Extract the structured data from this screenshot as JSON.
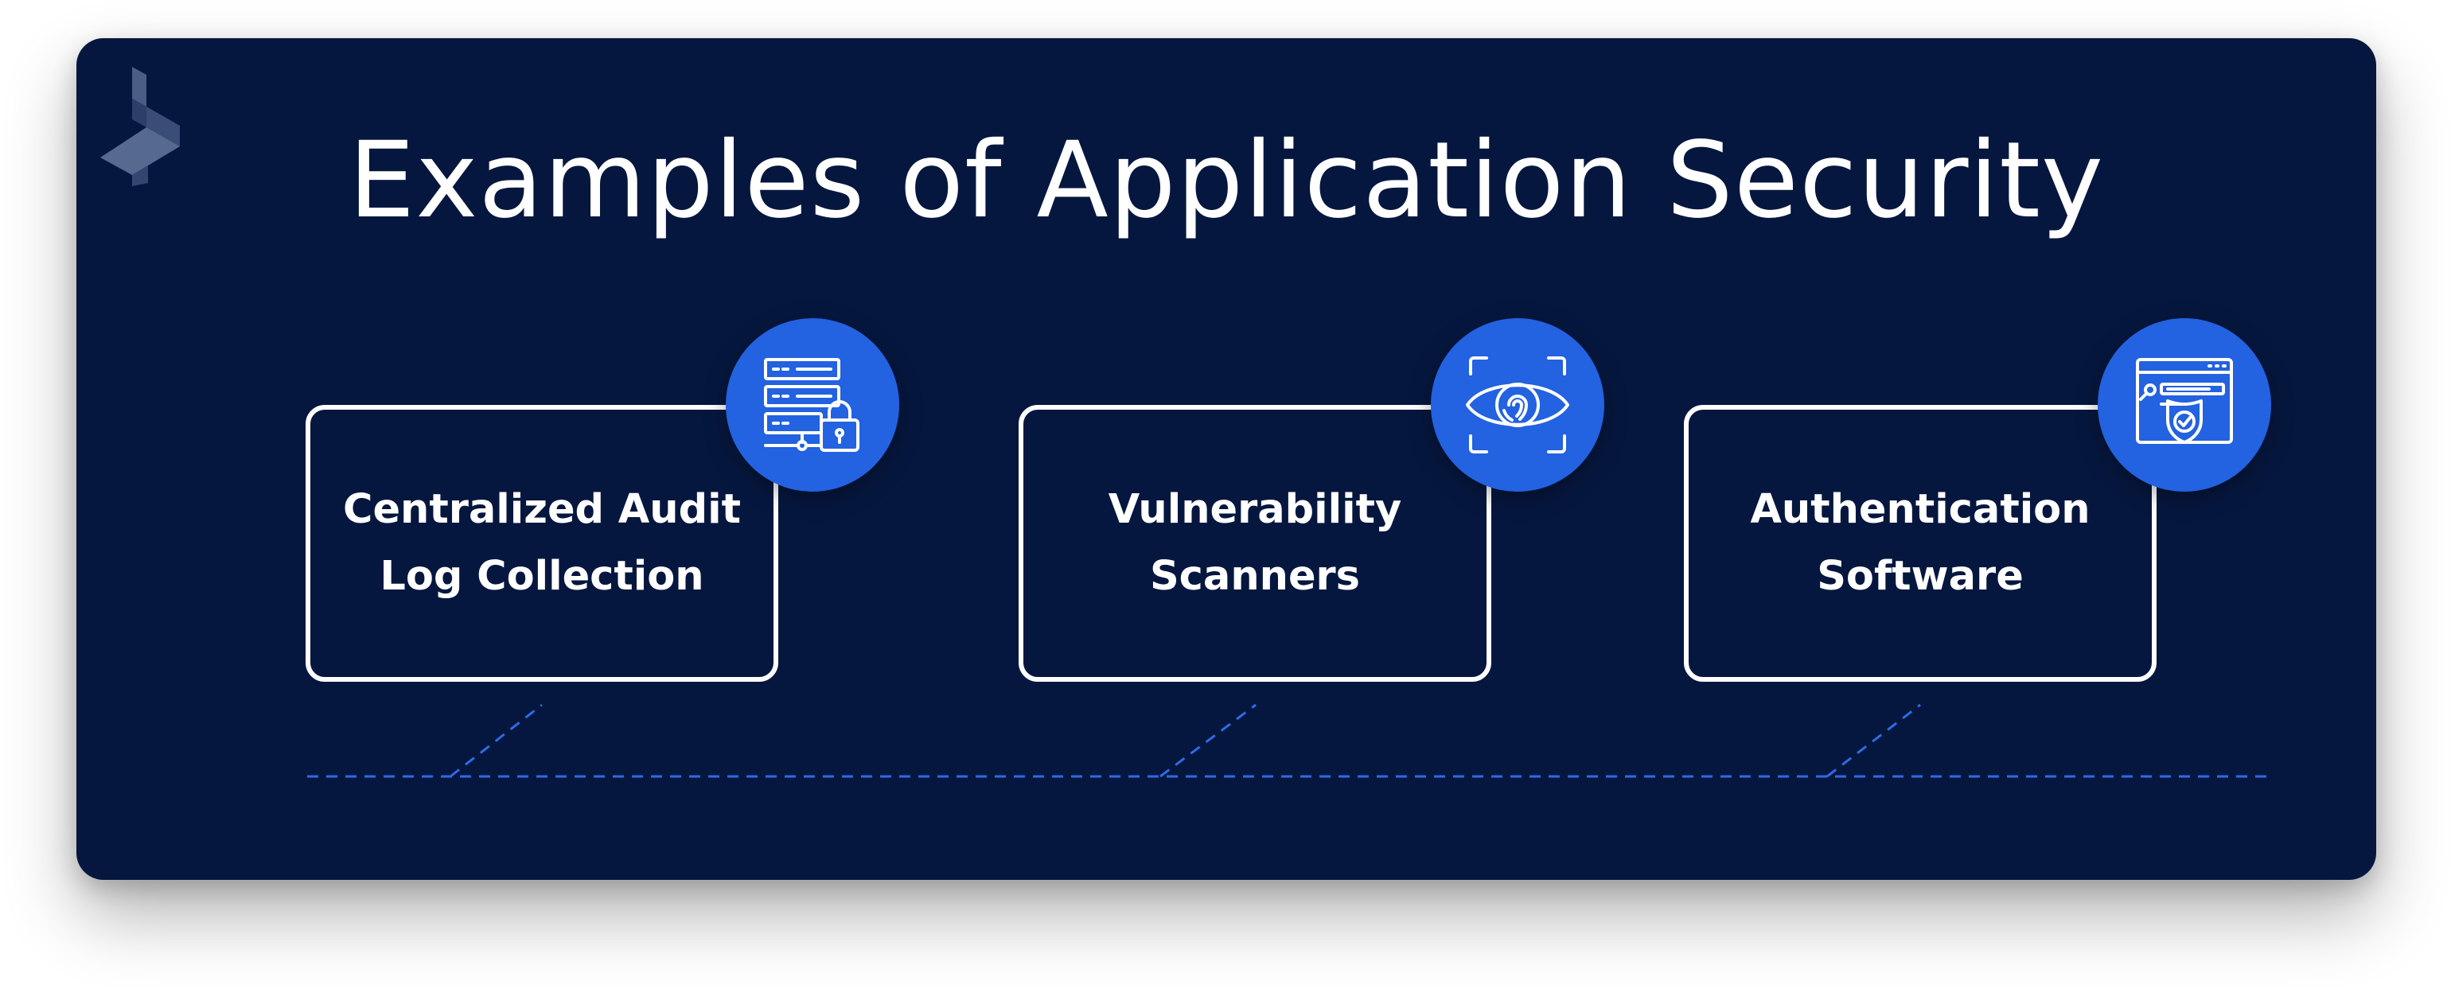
{
  "title": "Examples of Application Security",
  "colors": {
    "background": "#06173f",
    "accent": "#2362e0",
    "card_border": "#ffffff",
    "connector": "#2f6ae6"
  },
  "cards": [
    {
      "label_line1": "Centralized Audit",
      "label_line2": "Log Collection",
      "icon": "server-lock-icon"
    },
    {
      "label_line1": "Vulnerability",
      "label_line2": "Scanners",
      "icon": "eye-scan-icon"
    },
    {
      "label_line1": "Authentication",
      "label_line2": "Software",
      "icon": "browser-shield-check-icon"
    }
  ],
  "logo": "brand-logo-icon"
}
